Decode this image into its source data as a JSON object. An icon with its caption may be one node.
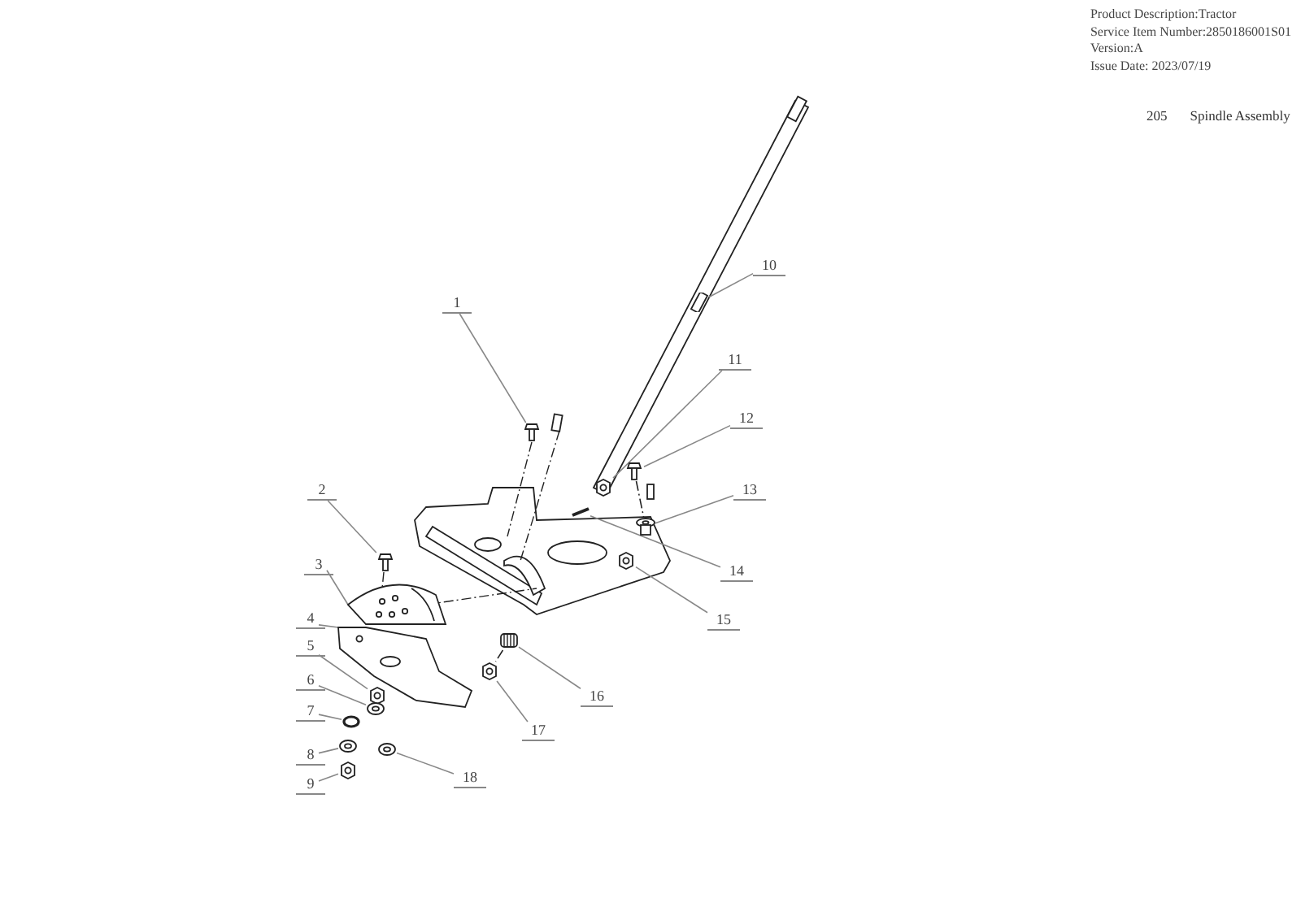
{
  "diagram": {
    "nodes": [
      {
        "text": [
          "1"
        ]
      },
      {
        "text": [
          "2"
        ]
      },
      {
        "text": [
          "3"
        ]
      },
      {
        "text": [
          "4"
        ]
      },
      {
        "text": [
          "5"
        ]
      },
      {
        "text": [
          "6"
        ]
      },
      {
        "text": [
          "7"
        ]
      },
      {
        "text": [
          "8"
        ]
      },
      {
        "text": [
          "9"
        ]
      },
      {
        "text": [
          "10"
        ]
      },
      {
        "text": [
          "11"
        ]
      },
      {
        "text": [
          "12"
        ]
      },
      {
        "text": [
          "13"
        ]
      },
      {
        "text": [
          "14"
        ]
      },
      {
        "text": [
          "15"
        ]
      },
      {
        "text": [
          "16"
        ]
      },
      {
        "text": [
          "17"
        ]
      },
      {
        "text": [
          "18"
        ]
      },
      {
        "text": [],
        "shape": "bolt"
      },
      {
        "text": [],
        "shape": "bolt"
      },
      {
        "text": [],
        "shape": "plate"
      },
      {
        "text": [],
        "shape": "bracket"
      },
      {
        "text": [],
        "shape": "nut"
      },
      {
        "text": [],
        "shape": "washer"
      },
      {
        "text": [],
        "shape": "ring"
      },
      {
        "text": [],
        "shape": "washer"
      },
      {
        "text": [],
        "shape": "nut"
      },
      {
        "text": [],
        "shape": "bar"
      },
      {
        "text": [],
        "shape": "nut"
      },
      {
        "text": [],
        "shape": "bolt"
      },
      {
        "text": [],
        "shape": "bushing"
      },
      {
        "text": [],
        "shape": "pin"
      },
      {
        "text": [],
        "shape": "nut"
      },
      {
        "text": [],
        "shape": "gear"
      },
      {
        "text": [],
        "shape": "nut"
      },
      {
        "text": [],
        "shape": "washer"
      }
    ],
    "edges": [
      {
        "from": 0,
        "to": 18,
        "arrow": "none"
      },
      {
        "from": 1,
        "to": 19,
        "arrow": "none"
      },
      {
        "from": 2,
        "to": 20,
        "arrow": "none"
      },
      {
        "from": 3,
        "to": 21,
        "arrow": "none"
      },
      {
        "from": 4,
        "to": 22,
        "arrow": "none"
      },
      {
        "from": 5,
        "to": 23,
        "arrow": "none"
      },
      {
        "from": 6,
        "to": 24,
        "arrow": "none"
      },
      {
        "from": 7,
        "to": 25,
        "arrow": "none"
      },
      {
        "from": 8,
        "to": 26,
        "arrow": "none"
      },
      {
        "from": 9,
        "to": 27,
        "arrow": "none"
      },
      {
        "from": 10,
        "to": 28,
        "arrow": "none"
      },
      {
        "from": 11,
        "to": 29,
        "arrow": "none"
      },
      {
        "from": 12,
        "to": 30,
        "arrow": "none"
      },
      {
        "from": 13,
        "to": 31,
        "arrow": "none"
      },
      {
        "from": 14,
        "to": 32,
        "arrow": "none"
      },
      {
        "from": 15,
        "to": 33,
        "arrow": "none"
      },
      {
        "from": 16,
        "to": 34,
        "arrow": "none"
      },
      {
        "from": 17,
        "to": 35,
        "arrow": "none"
      },
      {
        "from": 29,
        "to": 30,
        "arrow": "none",
        "style": "dashed",
        "color": "#222222"
      },
      {
        "from": 33,
        "to": 34,
        "arrow": "none",
        "style": "dashed",
        "color": "#222222"
      }
    ],
    "labels": [
      "Product Description:Tractor",
      "Service Item Number:2850186001S01",
      "Version:A",
      "Issue Date: 2023/07/19",
      "205",
      "Spindle Assembly"
    ]
  }
}
